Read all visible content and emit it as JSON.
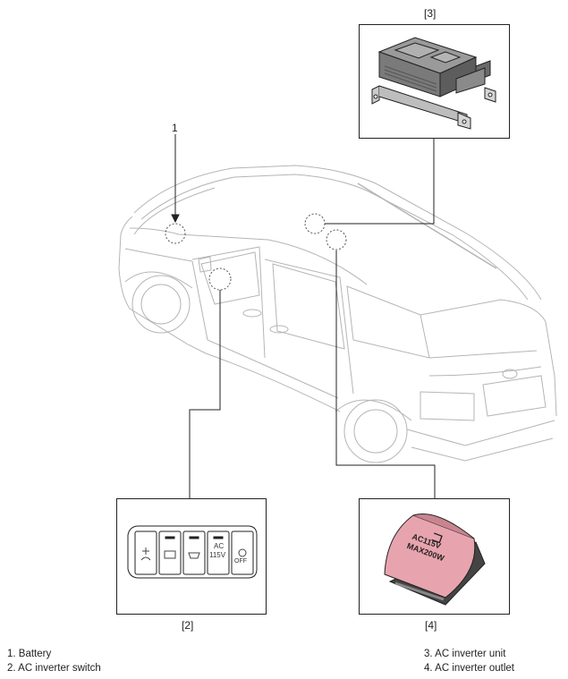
{
  "callouts": {
    "c1": "1",
    "c2": "[2]",
    "c3": "[3]",
    "c4": "[4]"
  },
  "legend": {
    "left": [
      "1. Battery",
      "2. AC inverter switch"
    ],
    "right": [
      "3. AC inverter unit",
      "4. AC inverter outlet"
    ]
  },
  "switch_panel": {
    "ac_label": "AC",
    "voltage_label": "115V",
    "off_label": "OFF"
  },
  "outlet": {
    "line1": "AC115V",
    "line2": "MAX200W"
  },
  "colors": {
    "outlet_cover": "#e8a4ae",
    "outlet_cover_dark": "#c98490",
    "line": "#222222",
    "car_line": "#b8b8b8"
  }
}
